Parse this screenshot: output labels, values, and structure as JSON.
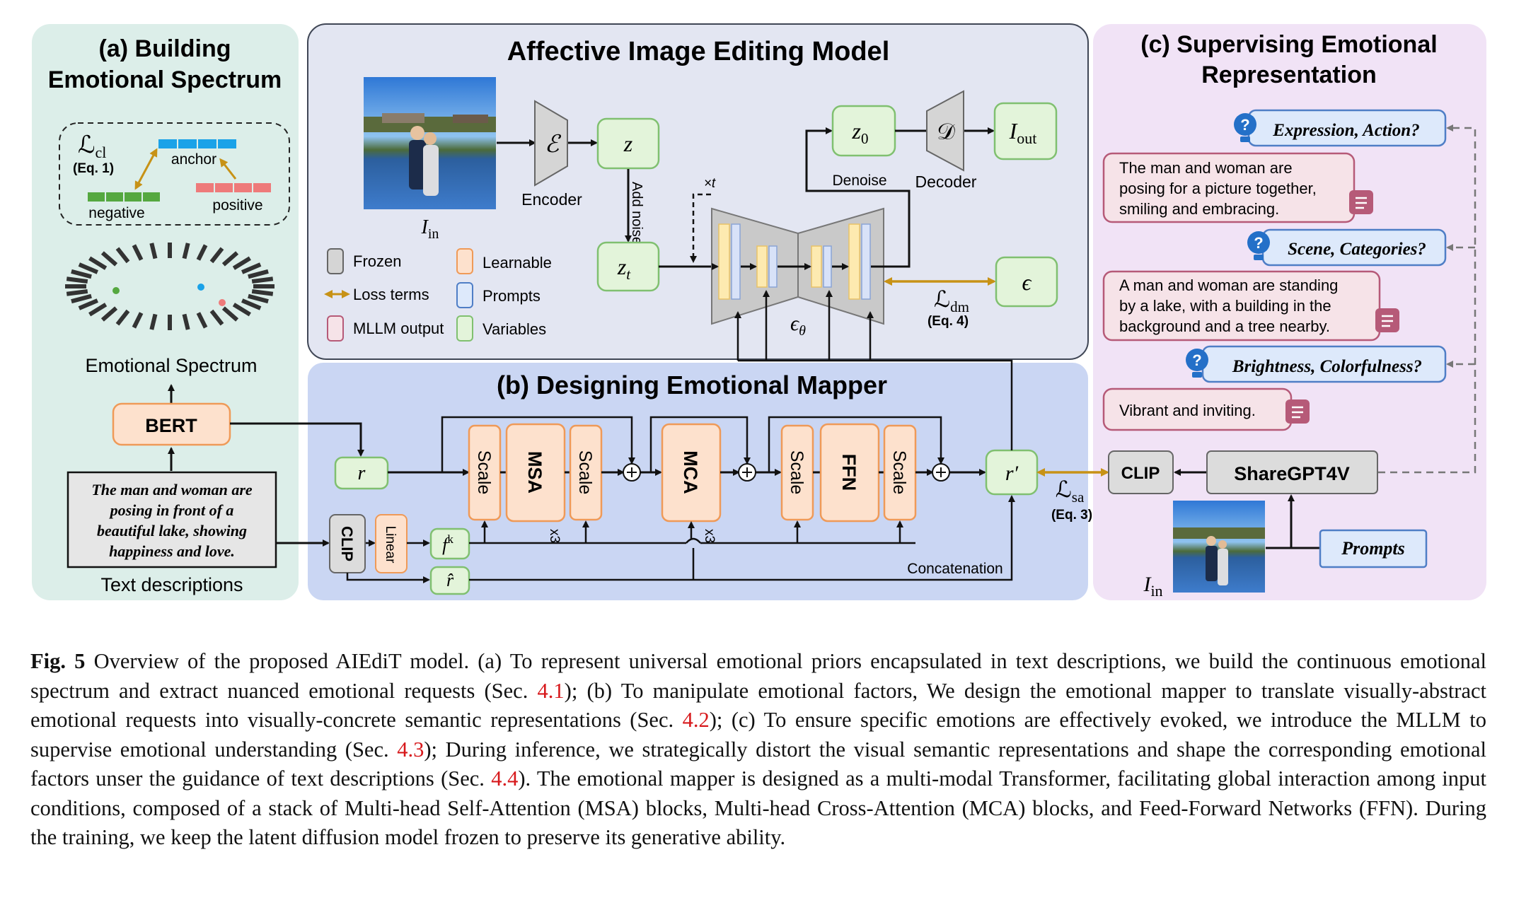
{
  "panel_a": {
    "title_line1": "(a) Building",
    "title_line2": "Emotional Spectrum",
    "loss_symbol": "ℒ",
    "loss_sub": "cl",
    "loss_eq": "(Eq. 1)",
    "anchor": "anchor",
    "negative": "negative",
    "positive": "positive",
    "spectrum_label": "Emotional Spectrum",
    "bert": "BERT",
    "text_desc_line1": "The man and woman are",
    "text_desc_line2": "posing in front of a",
    "text_desc_line3": "beautiful lake, showing",
    "text_desc_line4": "happiness and love.",
    "text_desc_label": "Text descriptions"
  },
  "model": {
    "title": "Affective Image Editing Model",
    "encoder_symbol": "ℰ",
    "encoder_label": "Encoder",
    "z": "z",
    "add_noise": "Add noise ϵ",
    "zt_base": "z",
    "zt_sub": "t",
    "xt": "×t",
    "z0_base": "z",
    "z0_sub": "0",
    "denoise": "Denoise",
    "decoder_symbol": "𝒟",
    "decoder_label": "Decoder",
    "iout_base": "I",
    "iout_sub": "out",
    "iin_base": "I",
    "iin_sub": "in",
    "eps_theta": "ϵ",
    "eps_theta_sub": "θ",
    "eps": "ϵ",
    "ldm_base": "ℒ",
    "ldm_sub": "dm",
    "ldm_eq": "(Eq. 4)"
  },
  "legend": {
    "frozen": "Frozen",
    "learnable": "Learnable",
    "loss_terms": "Loss terms",
    "prompts": "Prompts",
    "mllm_output": "MLLM output",
    "variables": "Variables"
  },
  "mapper": {
    "title": "(b) Designing Emotional Mapper",
    "r": "r",
    "scale": "Scale",
    "msa": "MSA",
    "mca": "MCA",
    "ffn": "FFN",
    "x3": "x3",
    "r_prime": "r′",
    "clip": "CLIP",
    "linear": "Linear",
    "fk_base": "f",
    "fk_sup": "k",
    "rhat": "r̂",
    "concatenation": "Concatenation",
    "lsa_base": "ℒ",
    "lsa_sub": "sa",
    "lsa_eq": "(Eq. 3)"
  },
  "panel_c": {
    "title_line1": "(c) Supervising Emotional",
    "title_line2": "Representation",
    "q1": "Expression, Action?",
    "a1_line1": "The man and woman are",
    "a1_line2": "posing for a picture together,",
    "a1_line3": "smiling and embracing.",
    "q2": "Scene, Categories?",
    "a2_line1": "A man and woman are standing",
    "a2_line2": "by a lake, with a building in the",
    "a2_line3": "background and a tree nearby.",
    "q3": "Brightness, Colorfulness?",
    "a3_line1": "Vibrant and inviting.",
    "clip": "CLIP",
    "sharegpt": "ShareGPT4V",
    "prompts": "Prompts",
    "iin_base": "I",
    "iin_sub": "in"
  },
  "caption": {
    "label": "Fig. 5",
    "p1": " Overview of the proposed AIEdiT model. (a) To represent universal emotional priors encapsulated in text descriptions, we build the continuous emotional spectrum and extract nuanced emotional requests (Sec. ",
    "ref1": "4.1",
    "p2": "); (b) To manipulate emotional factors, We design the emotional mapper to translate visually-abstract emotional requests into visually-concrete semantic representations (Sec. ",
    "ref2": "4.2",
    "p3": "); (c) To ensure specific emotions are effectively evoked, we introduce the MLLM to supervise emotional understanding (Sec. ",
    "ref3": "4.3",
    "p4": "); During inference, we strategically distort the visual semantic representations and shape the corresponding emotional factors unser the guidance of text descriptions (Sec. ",
    "ref4": "4.4",
    "p5": "). The emotional mapper is designed as a multi-modal Transformer, facilitating global interaction among input conditions, composed of a stack of Multi-head Self-Attention (MSA) blocks, Multi-head Cross-Attention (MCA) blocks, and Feed-Forward Networks (FFN). During the training, we keep the latent diffusion model frozen to preserve its generative ability."
  },
  "colors": {
    "panel_a_bg": "#dceee9",
    "panel_model_bg": "#e3e6f2",
    "panel_mapper_bg": "#cad6f3",
    "panel_c_bg": "#f1e3f6",
    "variable_fill": "#e3f4da",
    "variable_stroke": "#80c070",
    "learnable_fill": "#fde1cd",
    "learnable_stroke": "#ef9a58",
    "frozen_fill": "#dcdcdc",
    "prompt_fill": "#dde9fb",
    "prompt_stroke": "#4f7ec6",
    "mllm_fill": "#f6e3e8",
    "mllm_stroke": "#b65a78",
    "loss_color": "#c79216",
    "ref_red": "#d7191c"
  }
}
